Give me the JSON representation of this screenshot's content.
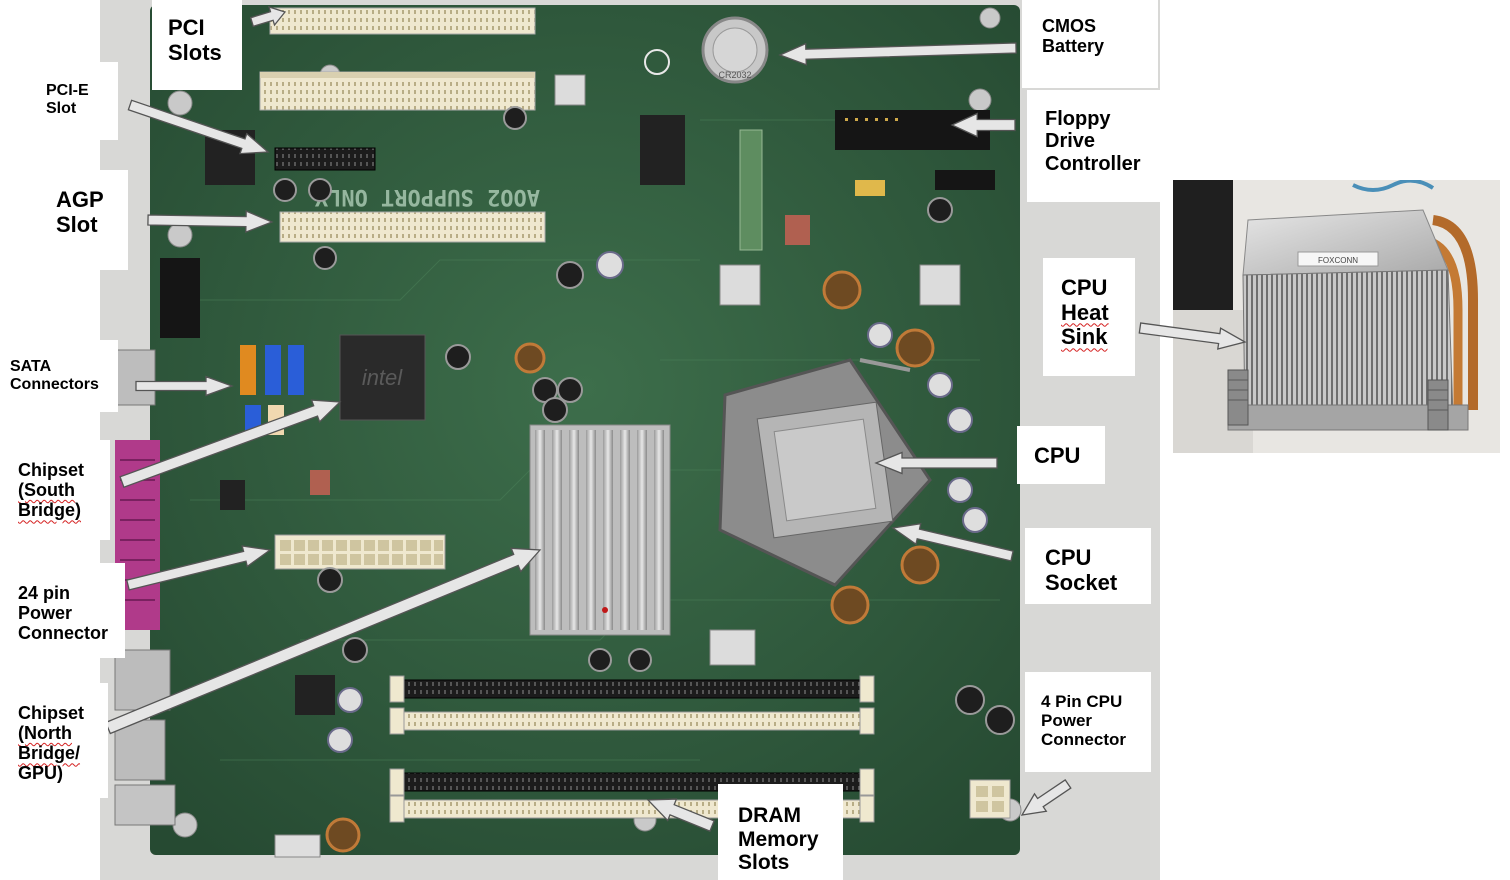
{
  "labels": {
    "pci_slots": [
      "PCI",
      "Slots"
    ],
    "pcie_slot": [
      "PCI-E",
      "Slot"
    ],
    "agp_slot": [
      "AGP",
      "Slot"
    ],
    "sata_connectors": [
      "SATA",
      "Connectors"
    ],
    "chipset_south": [
      "Chipset",
      "(South",
      "Bridge)"
    ],
    "power_24pin": [
      "24 pin",
      "Power",
      "Connector"
    ],
    "chipset_north": [
      "Chipset",
      "(North",
      "Bridge/",
      "GPU)"
    ],
    "cmos_battery": [
      "CMOS",
      "Battery"
    ],
    "floppy_controller": [
      "Floppy",
      "Drive",
      "Controller"
    ],
    "cpu_heat_sink": [
      "CPU",
      "Heat",
      "Sink"
    ],
    "cpu": [
      "CPU"
    ],
    "cpu_socket": [
      "CPU",
      "Socket"
    ],
    "power_4pin": [
      "4 Pin CPU",
      "Power",
      "Connector"
    ],
    "dram_slots": [
      "DRAM",
      "Memory",
      "Slots"
    ]
  },
  "silkscreen": {
    "support_text": "AOO2 SUPPORT ONLY",
    "chip_brand": "intel",
    "cmos_marking": "CR2032",
    "heatsink_sticker": "FOXCONN"
  },
  "colors": {
    "pcb_green": "#2f5a3c",
    "slot_cream": "#efe8cf",
    "slot_black": "#1c1c1c",
    "sata_blue": "#2a5ed8",
    "sata_orange": "#e08a20",
    "parallel_port": "#b03a8a",
    "arrow_fill": "#e6e6e6",
    "arrow_stroke": "#555555"
  }
}
